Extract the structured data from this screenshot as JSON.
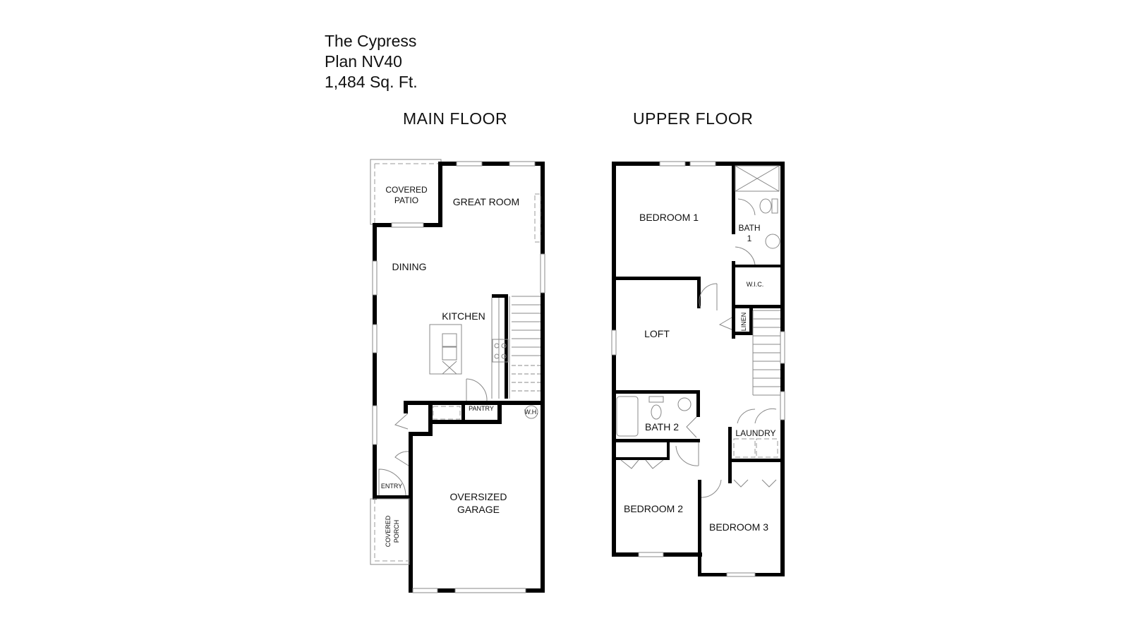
{
  "plan": {
    "name": "The Cypress",
    "plan_number": "Plan NV40",
    "area": "1,484 Sq. Ft."
  },
  "main_floor": {
    "title": "MAIN FLOOR",
    "rooms": {
      "covered_patio_1": "COVERED",
      "covered_patio_2": "PATIO",
      "great_room": "GREAT ROOM",
      "dining": "DINING",
      "kitchen": "KITCHEN",
      "pantry": "PANTRY",
      "water_heater": "W.H.",
      "entry": "ENTRY",
      "garage_1": "OVERSIZED",
      "garage_2": "GARAGE",
      "porch_1": "COVERED",
      "porch_2": "PORCH"
    }
  },
  "upper_floor": {
    "title": "UPPER FLOOR",
    "rooms": {
      "bedroom_1": "BEDROOM 1",
      "bath_1a": "BATH",
      "bath_1b": "1",
      "wic": "W.I.C.",
      "linen": "LINEN",
      "loft": "LOFT",
      "bath_2": "BATH 2",
      "laundry": "LAUNDRY",
      "bedroom_2": "BEDROOM 2",
      "bedroom_3": "BEDROOM 3"
    }
  }
}
